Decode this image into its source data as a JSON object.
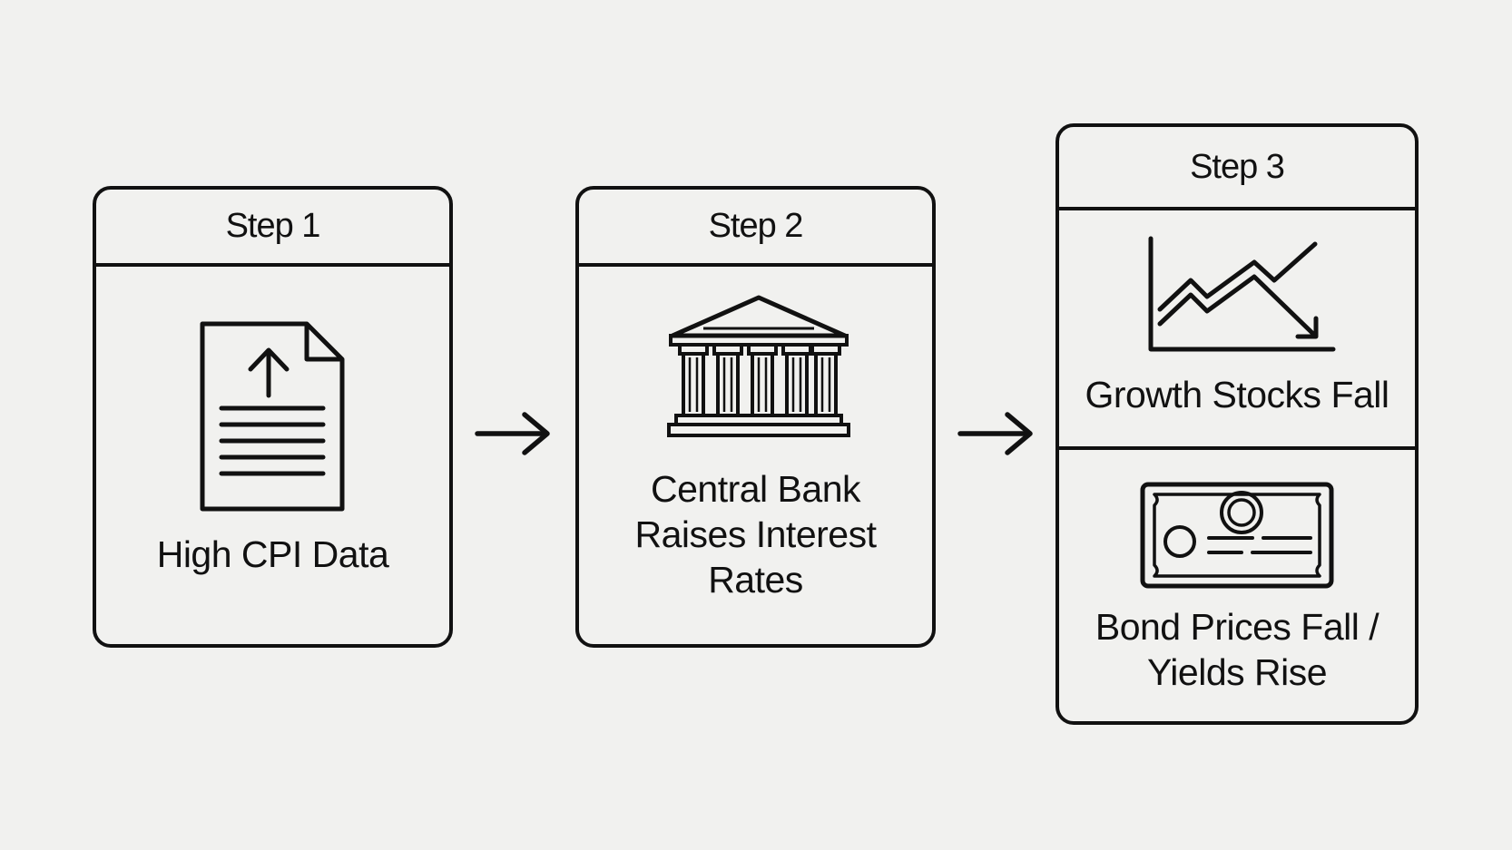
{
  "steps": [
    {
      "title": "Step 1",
      "icon": "document-upload-icon",
      "caption": "High CPI Data"
    },
    {
      "title": "Step 2",
      "icon": "bank-building-icon",
      "caption_lines": [
        "Central Bank",
        "Raises Interest",
        "Rates"
      ]
    },
    {
      "title": "Step 3",
      "outcomes": [
        {
          "icon": "falling-chart-icon",
          "caption": "Growth Stocks Fall"
        },
        {
          "icon": "bond-certificate-icon",
          "caption_lines": [
            "Bond Prices Fall /",
            "Yields Rise"
          ]
        }
      ]
    }
  ],
  "colors": {
    "background": "#f1f1ef",
    "stroke": "#111111"
  }
}
